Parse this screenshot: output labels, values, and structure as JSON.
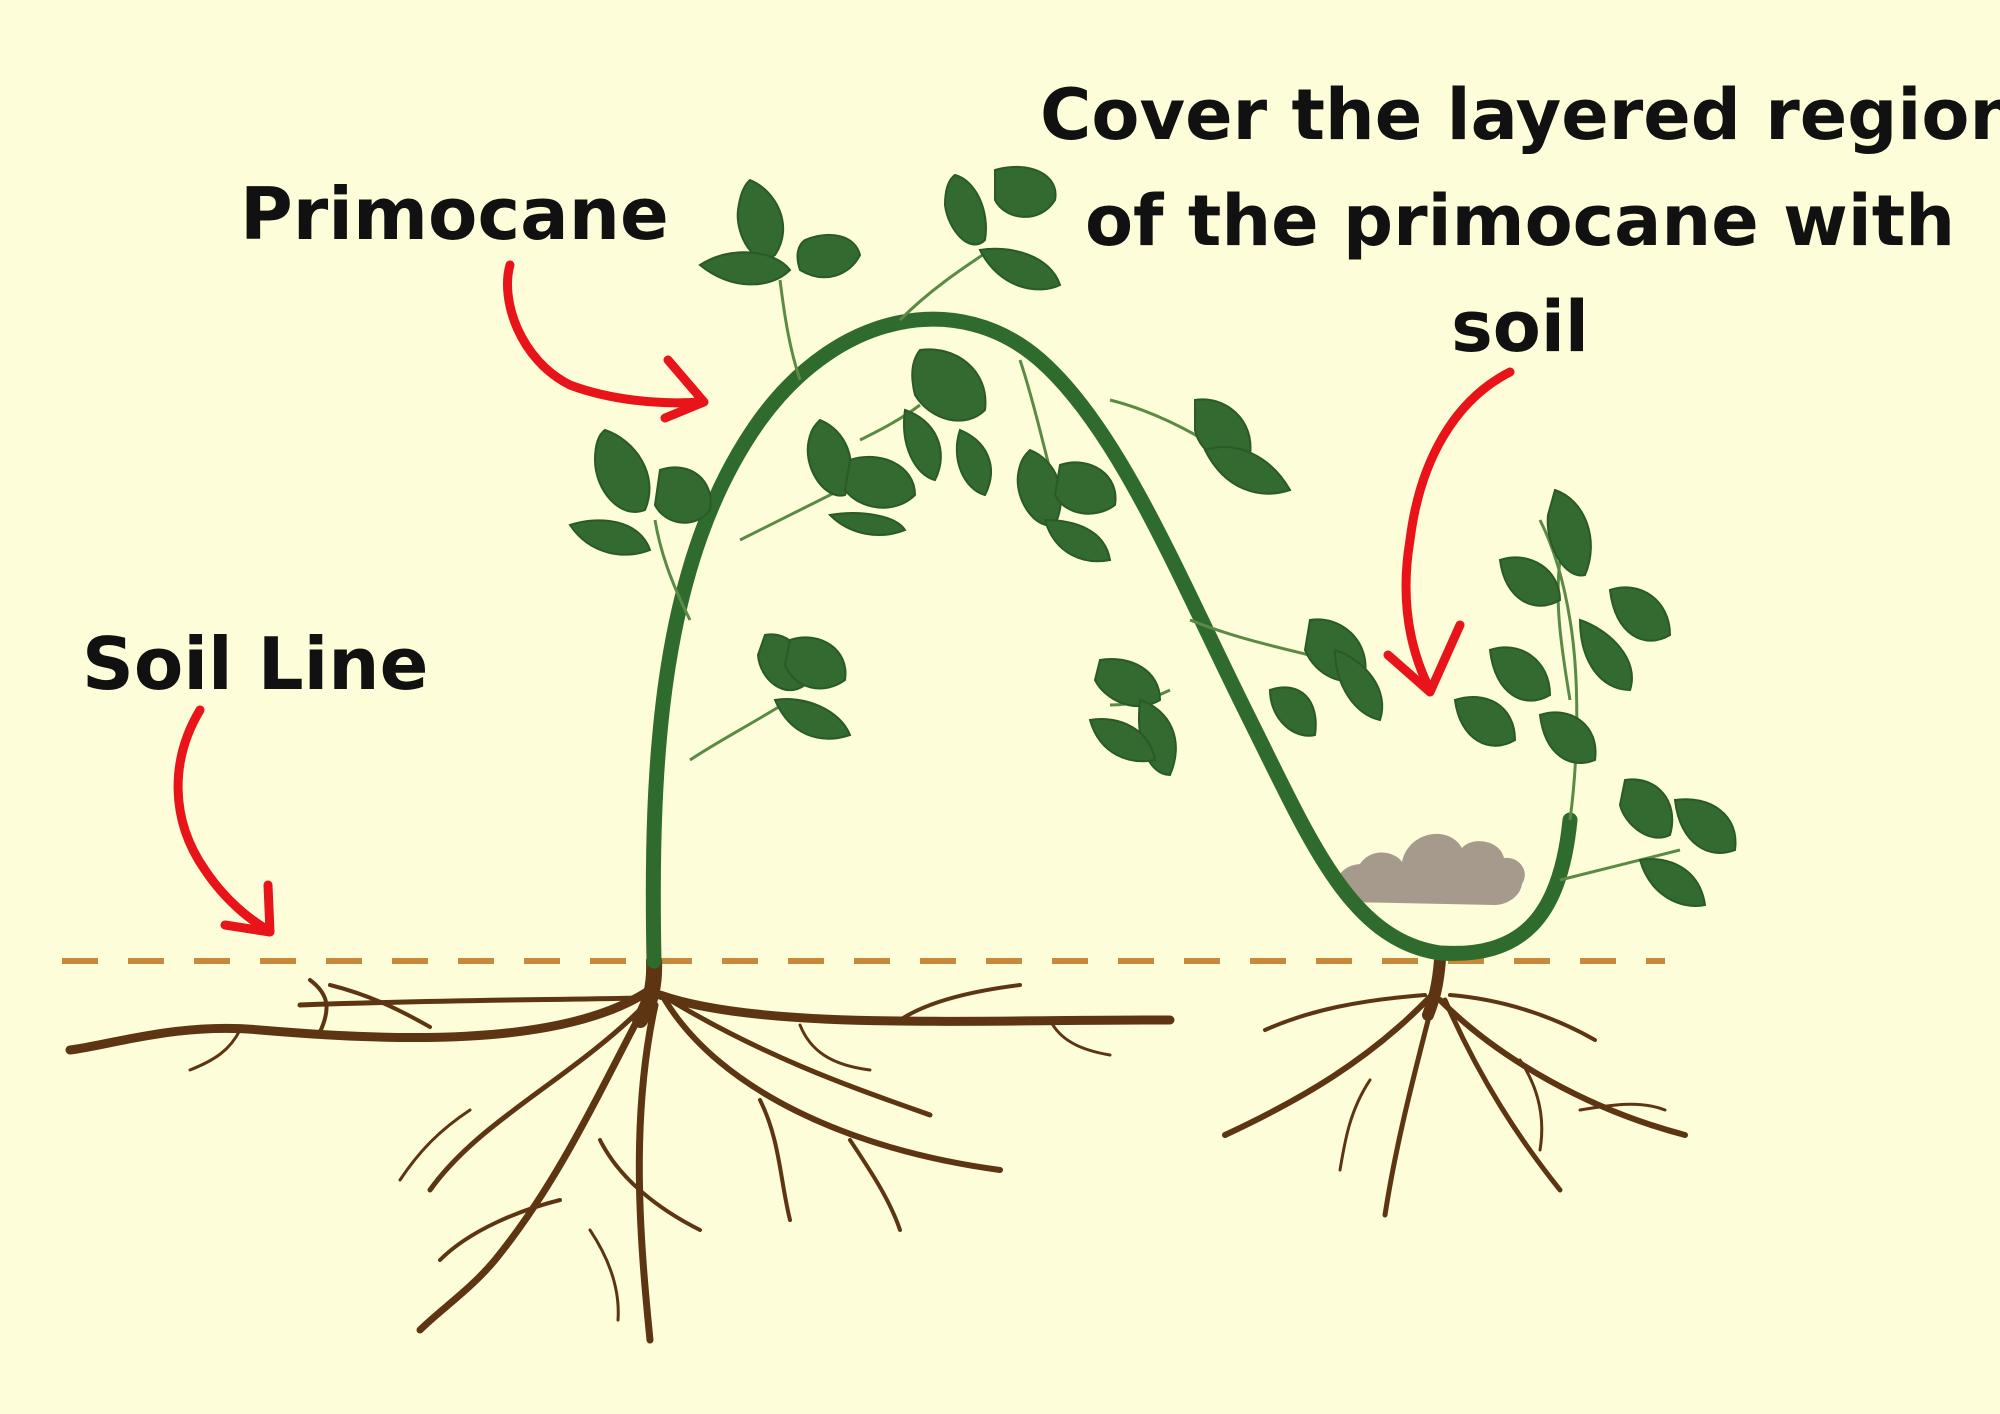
{
  "labels": {
    "primocane": "Primocane",
    "soil_line": "Soil Line",
    "cover_instruction": [
      "Cover the layered region",
      "of the primocane with",
      "soil"
    ]
  },
  "colors": {
    "background": "#fdfdd9",
    "cane": "#2f6b2c",
    "leaf": "#326a30",
    "root": "#5d3512",
    "soil_line": "#c88a3a",
    "arrow": "#e8141a",
    "soil_mound": "#a69a8c",
    "text": "#111111"
  }
}
